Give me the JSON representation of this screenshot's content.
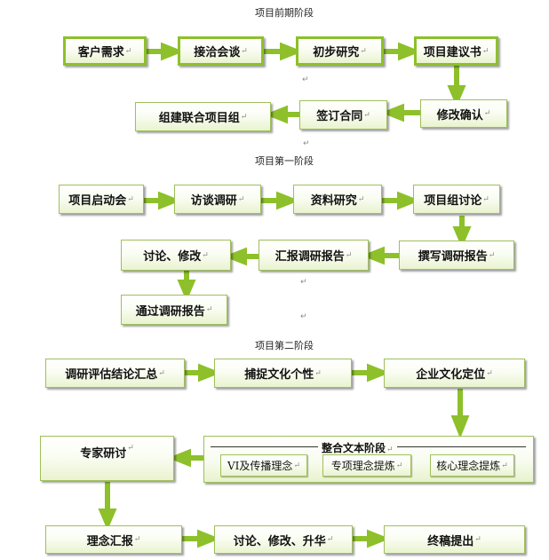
{
  "phases": [
    {
      "title": "项目前期阶段",
      "steps": [
        "客户需求",
        "接洽会谈",
        "初步研究",
        "项目建议书",
        "修改确认",
        "签订合同",
        "组建联合项目组"
      ]
    },
    {
      "title": "项目第一阶段",
      "steps": [
        "项目启动会",
        "访谈调研",
        "资料研究",
        "项目组讨论",
        "撰写调研报告",
        "汇报调研报告",
        "讨论、修改",
        "通过调研报告"
      ]
    },
    {
      "title": "项目第二阶段",
      "steps": [
        "调研评估结论汇总",
        "捕捉文化个性",
        "企业文化定位",
        "专家研讨",
        "理念汇报",
        "讨论、修改、升华",
        "终稿提出"
      ],
      "subphase": {
        "title": "整合文本阶段",
        "steps": [
          "VI及传播理念",
          "专项理念提炼",
          "核心理念提炼"
        ]
      }
    }
  ],
  "paragraph_mark": "↵",
  "colors": {
    "arrow": "#8dc02a",
    "sub_arrow": "#43c3cf",
    "border": "#9fbf5a"
  }
}
